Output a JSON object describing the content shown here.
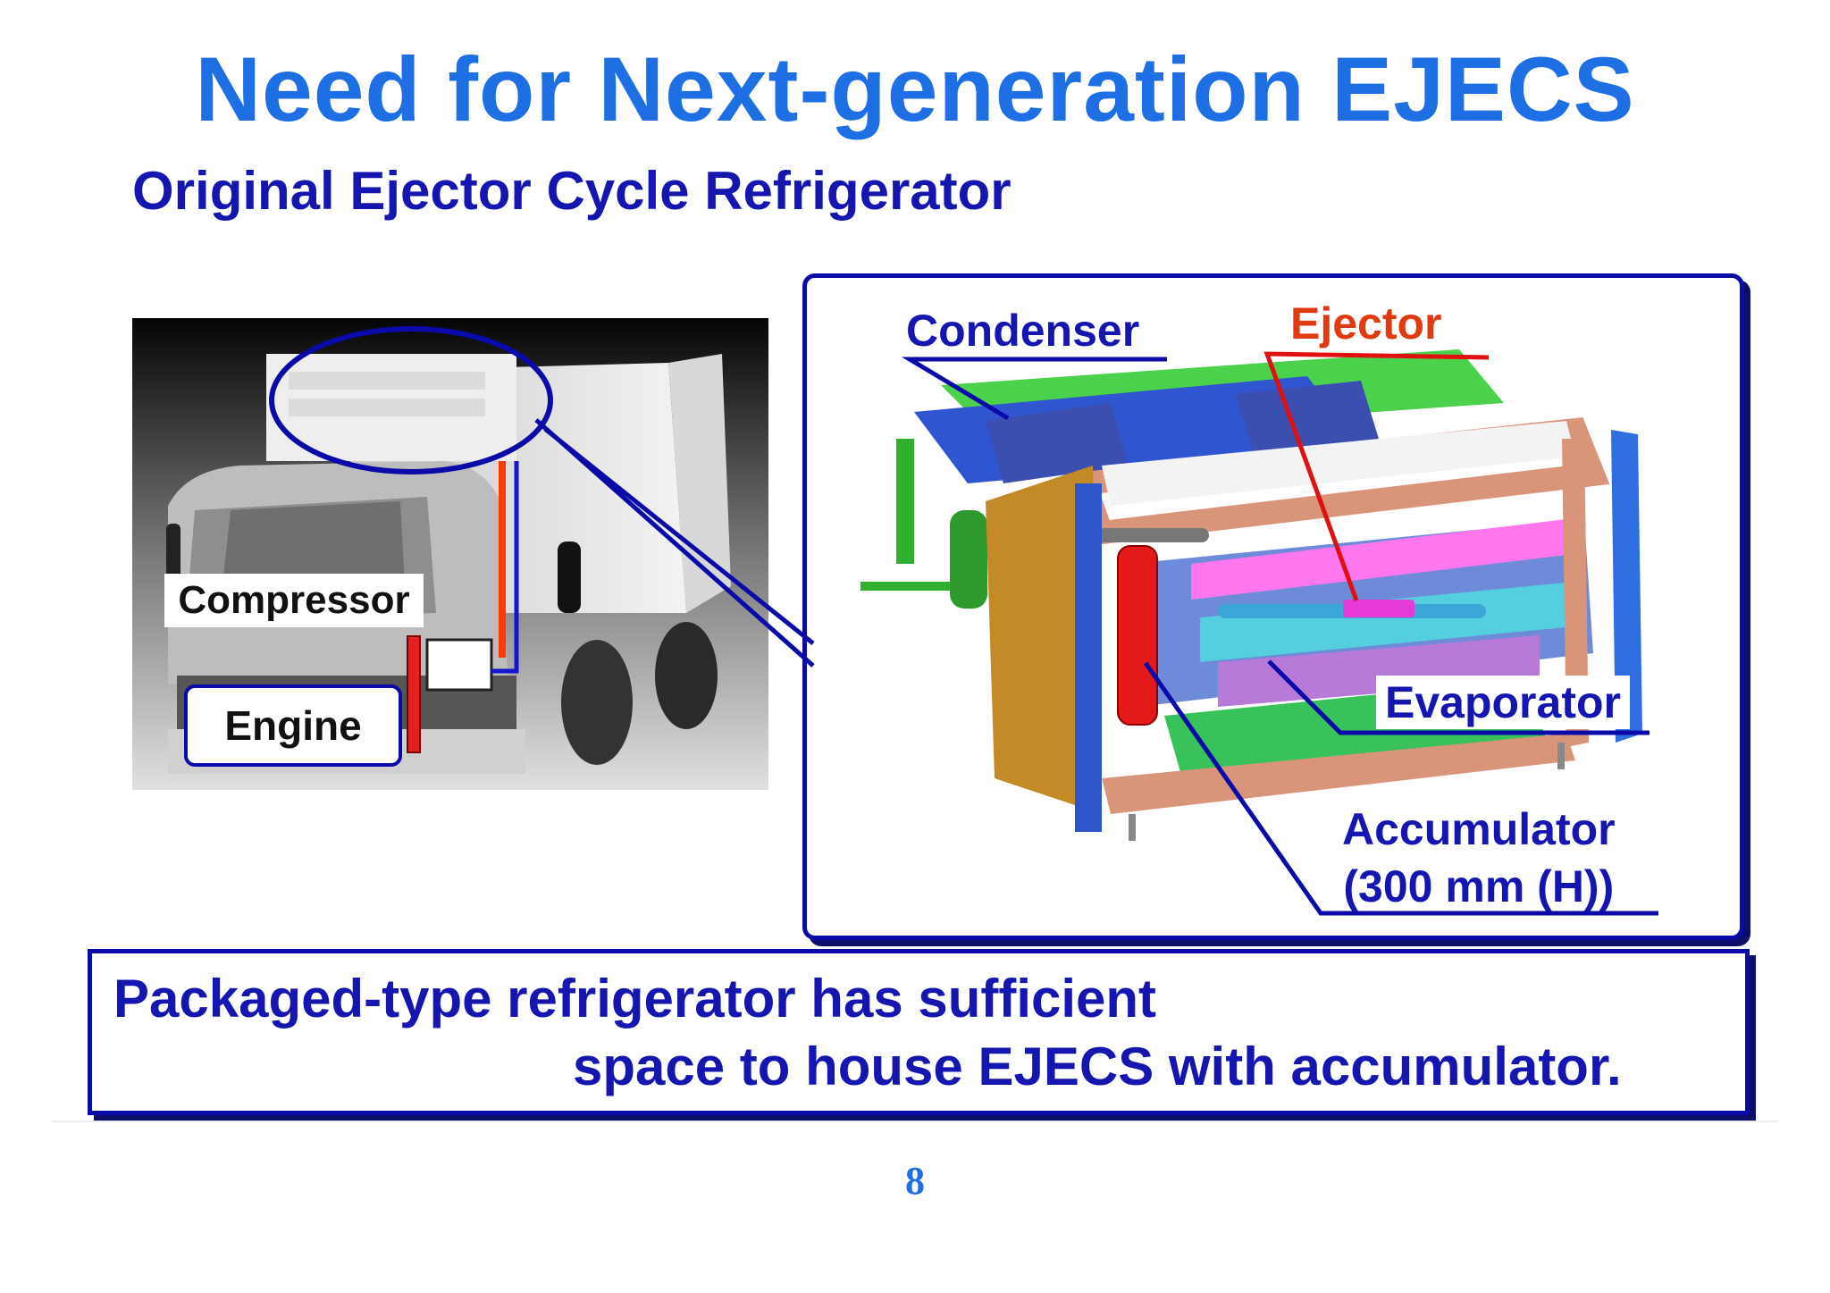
{
  "slide": {
    "title": "Need for Next-generation EJECS",
    "subtitle": "Original Ejector Cycle Refrigerator",
    "page_number": "8"
  },
  "truck_figure": {
    "compressor_label": "Compressor",
    "engine_label": "Engine"
  },
  "refrigerator_figure": {
    "condenser_label": "Condenser",
    "ejector_label": "Ejector",
    "evaporator_label": "Evaporator",
    "accumulator_label": "Accumulator",
    "accumulator_size": "(300 mm (H))"
  },
  "conclusion": {
    "line1": "Packaged-type refrigerator has sufficient",
    "line2": "space to house EJECS with accumulator."
  },
  "colors": {
    "title": "#1e6fe3",
    "text_navy": "#1515b0",
    "frame_blue": "#0a0aa8",
    "ejector_red": "#e03a12"
  }
}
